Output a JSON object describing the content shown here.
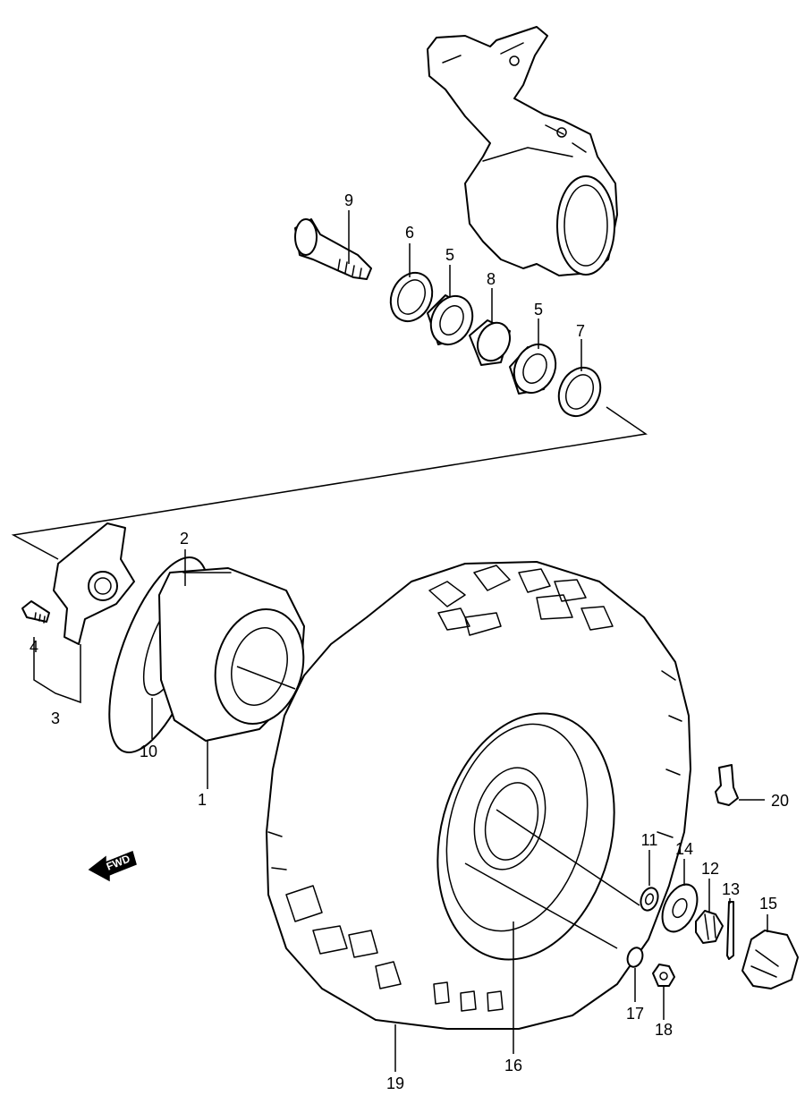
{
  "diagram": {
    "callouts": [
      {
        "id": "callout-1",
        "label": "1"
      },
      {
        "id": "callout-2",
        "label": "2"
      },
      {
        "id": "callout-3",
        "label": "3"
      },
      {
        "id": "callout-4",
        "label": "4"
      },
      {
        "id": "callout-5a",
        "label": "5"
      },
      {
        "id": "callout-5b",
        "label": "5"
      },
      {
        "id": "callout-6",
        "label": "6"
      },
      {
        "id": "callout-7",
        "label": "7"
      },
      {
        "id": "callout-8",
        "label": "8"
      },
      {
        "id": "callout-9",
        "label": "9"
      },
      {
        "id": "callout-10",
        "label": "10"
      },
      {
        "id": "callout-11",
        "label": "11"
      },
      {
        "id": "callout-12",
        "label": "12"
      },
      {
        "id": "callout-13",
        "label": "13"
      },
      {
        "id": "callout-14",
        "label": "14"
      },
      {
        "id": "callout-15",
        "label": "15"
      },
      {
        "id": "callout-16",
        "label": "16"
      },
      {
        "id": "callout-17",
        "label": "17"
      },
      {
        "id": "callout-18",
        "label": "18"
      },
      {
        "id": "callout-19",
        "label": "19"
      },
      {
        "id": "callout-20",
        "label": "20"
      }
    ],
    "fwd_label": "FWD",
    "icon": "fwd-arrow-icon"
  }
}
